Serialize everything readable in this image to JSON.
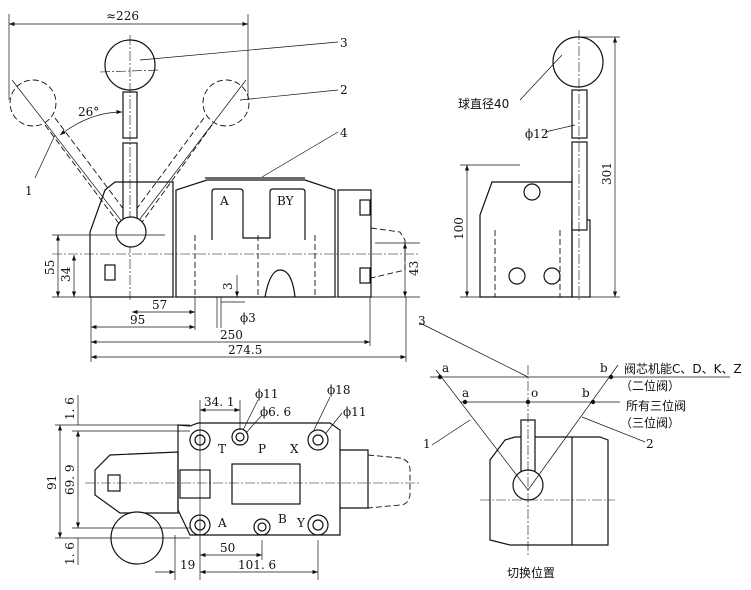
{
  "front_view": {
    "dim_width_top": "≈226",
    "angle": "26°",
    "callouts": [
      "1",
      "2",
      "3",
      "4"
    ],
    "port_labels": [
      "A",
      "BY"
    ],
    "dims": {
      "h55": "55",
      "h34": "34",
      "h43": "43",
      "d57": "57",
      "d95": "95",
      "d250": "250",
      "d274": "274.5",
      "d3": "3",
      "phi3": "ϕ3"
    }
  },
  "side_view": {
    "ball_diameter": "球直径40",
    "stem_diameter": "ϕ12",
    "h100": "100",
    "h301": "301"
  },
  "plan_view": {
    "ports": [
      "T",
      "P",
      "X",
      "A",
      "B",
      "Y"
    ],
    "dims": {
      "d34": "34. 1",
      "phi11a": "ϕ11",
      "phi6": "ϕ6. 6",
      "phi18": "ϕ18",
      "phi11b": "ϕ11",
      "h91": "91",
      "h69": "69. 9",
      "t16": "1. 6",
      "b16": "1. 6",
      "d50": "50",
      "d19": "19",
      "d101": "101. 6"
    }
  },
  "switch_diagram": {
    "title": "切换位置",
    "points": [
      "a",
      "b",
      "a",
      "o",
      "b"
    ],
    "callouts": [
      "3",
      "1",
      "2"
    ],
    "two_pos": "阀芯机能C、D、K、Z",
    "two_pos_note": "（二位阀）",
    "three_pos": "所有三位阀",
    "three_pos_note": "（三位阀）"
  }
}
